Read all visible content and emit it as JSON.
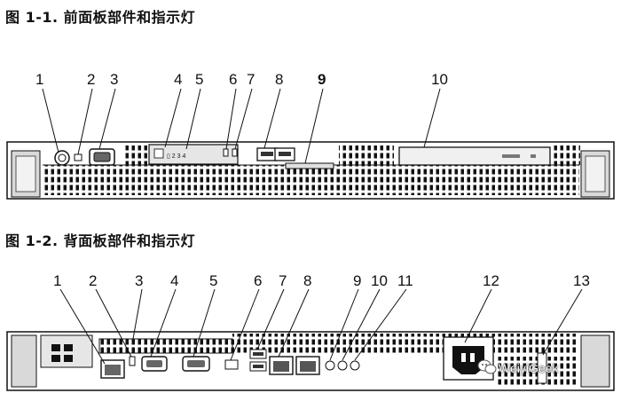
{
  "figure1": {
    "caption": "图  1-1. 前面板部件和指示灯",
    "callouts": [
      "1",
      "2",
      "3",
      "4",
      "5",
      "6",
      "7",
      "8",
      "9",
      "10"
    ]
  },
  "figure2": {
    "caption": "图  1-2. 背面板部件和指示灯",
    "callouts": [
      "1",
      "2",
      "3",
      "4",
      "5",
      "6",
      "7",
      "8",
      "9",
      "10",
      "11",
      "12",
      "13"
    ]
  },
  "watermark": {
    "text": "WeiyiGeek",
    "icon": "wechat-icon"
  }
}
